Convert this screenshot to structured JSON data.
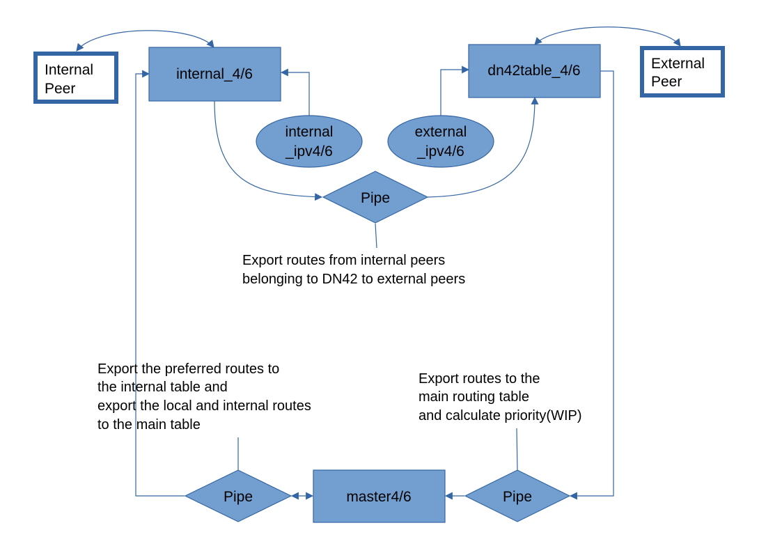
{
  "colors": {
    "fill": "#729fcf",
    "stroke": "#3465a4",
    "text": "#000000",
    "background": "#ffffff"
  },
  "nodes": {
    "internal_peer": {
      "line1": "Internal",
      "line2": "Peer"
    },
    "external_peer": {
      "line1": "External",
      "line2": "Peer"
    },
    "internal_table": {
      "label": "internal_4/6"
    },
    "dn42_table": {
      "label": "dn42table_4/6"
    },
    "internal_ipv": {
      "line1": "internal",
      "line2": "_ipv4/6"
    },
    "external_ipv": {
      "line1": "external",
      "line2": "_ipv4/6"
    },
    "pipe_top": {
      "label": "Pipe"
    },
    "pipe_left": {
      "label": "Pipe"
    },
    "pipe_right": {
      "label": "Pipe"
    },
    "master": {
      "label": "master4/6"
    }
  },
  "annotations": {
    "top": {
      "line1": "Export routes from internal peers",
      "line2": "belonging to DN42 to external peers"
    },
    "left": {
      "line1": "Export the preferred routes to",
      "line2": "the internal table and",
      "line3": "export the local and internal routes",
      "line4": "to the main table"
    },
    "right": {
      "line1": "Export routes to the",
      "line2": "main routing table",
      "line3": "and calculate priority(WIP)"
    }
  }
}
